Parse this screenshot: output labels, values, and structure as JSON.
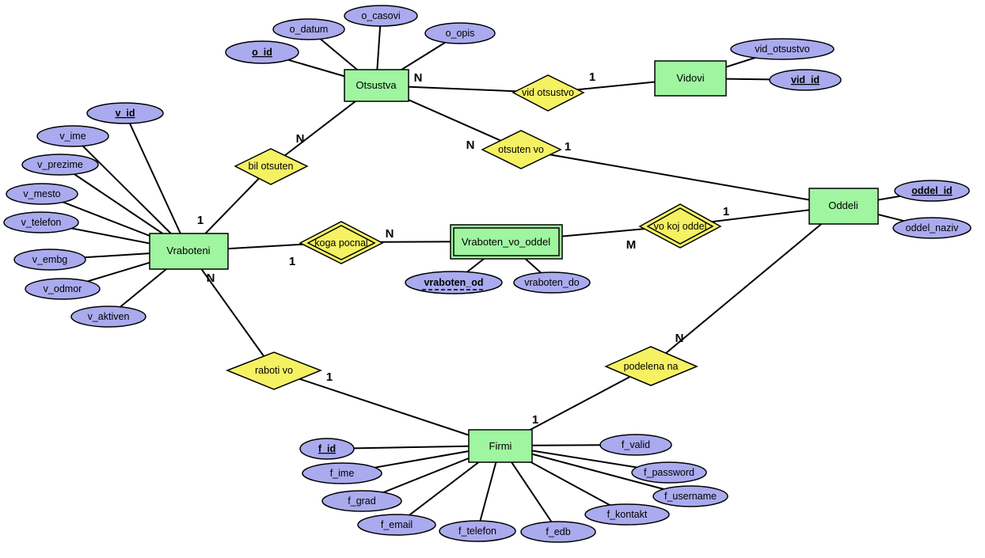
{
  "colors": {
    "background": "#ffffff",
    "entity_fill": "#a0f5a0",
    "relationship_fill": "#f5f163",
    "attribute_fill": "#aaaaee",
    "stroke": "#000000"
  },
  "entities": {
    "otsustva": {
      "label": "Otsustva"
    },
    "vidovi": {
      "label": "Vidovi"
    },
    "vraboteni": {
      "label": "Vraboteni"
    },
    "vraboten_vo_oddel": {
      "label": "Vraboten_vo_oddel",
      "weak": true
    },
    "oddeli": {
      "label": "Oddeli"
    },
    "firmi": {
      "label": "Firmi"
    }
  },
  "relationships": {
    "vid_otsustvo": {
      "label": "vid otsustvo",
      "between": [
        "Otsustva",
        "Vidovi"
      ]
    },
    "bil_otsuten": {
      "label": "bil otsuten",
      "between": [
        "Vraboteni",
        "Otsustva"
      ]
    },
    "otsuten_vo": {
      "label": "otsuten vo",
      "between": [
        "Otsustva",
        "Oddeli"
      ]
    },
    "koga_pocnal": {
      "label": "koga pocnal",
      "identifying": true,
      "between": [
        "Vraboteni",
        "Vraboten_vo_oddel"
      ]
    },
    "vo_koj_oddel": {
      "label": "vo koj oddel",
      "identifying": true,
      "between": [
        "Vraboten_vo_oddel",
        "Oddeli"
      ]
    },
    "raboti_vo": {
      "label": "raboti vo",
      "between": [
        "Vraboteni",
        "Firmi"
      ]
    },
    "podelena_na": {
      "label": "podelena na",
      "between": [
        "Firmi",
        "Oddeli"
      ]
    }
  },
  "attributes": {
    "o_id": {
      "label": "o_id",
      "key": true
    },
    "o_datum": {
      "label": "o_datum"
    },
    "o_casovi": {
      "label": "o_casovi"
    },
    "o_opis": {
      "label": "o_opis"
    },
    "vid_otsustvo": {
      "label": "vid_otsustvo"
    },
    "vid_id": {
      "label": "vid_id",
      "key": true
    },
    "v_id": {
      "label": "v_id",
      "key": true
    },
    "v_ime": {
      "label": "v_ime"
    },
    "v_prezime": {
      "label": "v_prezime"
    },
    "v_mesto": {
      "label": "v_mesto"
    },
    "v_telefon": {
      "label": "v_telefon"
    },
    "v_embg": {
      "label": "v_embg"
    },
    "v_odmor": {
      "label": "v_odmor"
    },
    "v_aktiven": {
      "label": "v_aktiven"
    },
    "vraboten_od": {
      "label": "vraboten_od",
      "partial_key": true
    },
    "vraboten_do": {
      "label": "vraboten_do"
    },
    "oddel_id": {
      "label": "oddel_id",
      "key": true
    },
    "oddel_naziv": {
      "label": "oddel_naziv"
    },
    "f_id": {
      "label": "f_id",
      "key": true
    },
    "f_ime": {
      "label": "f_ime"
    },
    "f_grad": {
      "label": "f_grad"
    },
    "f_email": {
      "label": "f_email"
    },
    "f_telefon": {
      "label": "f_telefon"
    },
    "f_edb": {
      "label": "f_edb"
    },
    "f_kontakt": {
      "label": "f_kontakt"
    },
    "f_username": {
      "label": "f_username"
    },
    "f_password": {
      "label": "f_password"
    },
    "f_valid": {
      "label": "f_valid"
    }
  },
  "cardinalities": {
    "otsustva_vid_otsustvo": "N",
    "vid_otsustvo_vidovi": "1",
    "bil_otsuten_otsustva": "N",
    "vraboteni_bil_otsuten": "1",
    "otsustva_otsuten_vo": "N",
    "otsuten_vo_oddeli": "1",
    "vraboteni_koga_pocnal": "1",
    "koga_pocnal_vraboten_vo_oddel": "N",
    "vraboten_vo_oddel_vo_koj_oddel": "M",
    "vo_koj_oddel_oddeli": "1",
    "vraboteni_raboti_vo": "N",
    "raboti_vo_firmi": "1",
    "firmi_podelena_na": "1",
    "podelena_na_oddeli": "N"
  }
}
